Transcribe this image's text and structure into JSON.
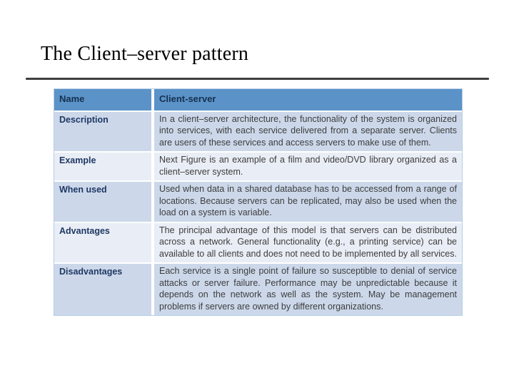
{
  "slide": {
    "title": "The Client–server pattern"
  },
  "table": {
    "rows": [
      {
        "label": "Name",
        "text": "Client-server"
      },
      {
        "label": "Description",
        "text": "In a client–server architecture, the functionality of the system is organized into services, with each service delivered from a separate server. Clients are users of these services and access servers to make use of them."
      },
      {
        "label": "Example",
        "text": "Next Figure is an example of a film and video/DVD library organized as a client–server system."
      },
      {
        "label": "When used",
        "text": "Used when data in a shared database has to be accessed from a range of locations. Because servers can be replicated, may also be used when the load on a system is variable."
      },
      {
        "label": "Advantages",
        "text": "The principal advantage of this model is that servers can be distributed across a network. General functionality (e.g., a printing service) can be available to all clients and does not need to be implemented by all services."
      },
      {
        "label": "Disadvantages",
        "text": "Each service is a single point of failure so susceptible to denial of service attacks or server failure. Performance may be unpredictable because it depends on the network as well as the system. May be management problems if servers are owned by different organizations."
      }
    ]
  },
  "colors": {
    "header_bg": "#5b93c8",
    "header_text": "#16304f",
    "row_band_dark": "#ccd8ea",
    "row_band_light": "#e9edf5",
    "label_text": "#1f3864",
    "body_text": "#3d3d3d",
    "table_border": "#b5cce6",
    "title_text": "#000000",
    "rule_color": "#3f3f3f"
  }
}
